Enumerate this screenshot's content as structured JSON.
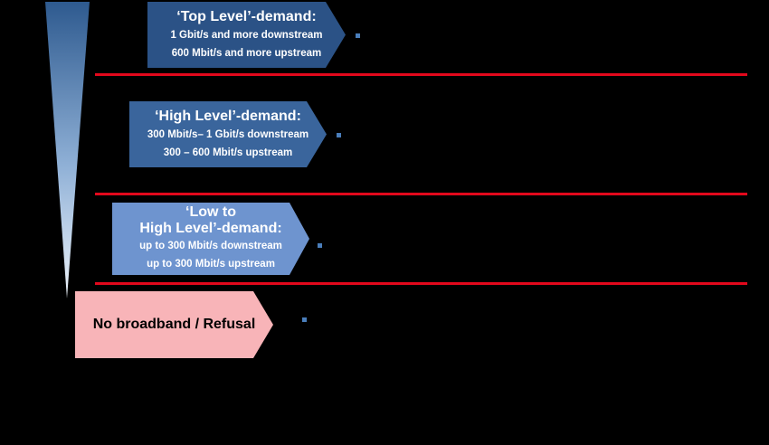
{
  "colors": {
    "background": "#000000",
    "separator": "#e2081c",
    "top_box": "#2b5286",
    "high_box": "#3a659c",
    "low_box": "#6e94cf",
    "refusal_box": "#f8b4b8",
    "bullet": "#4a7ebb"
  },
  "levels": [
    {
      "title": "‘Top Level’-demand:",
      "downstream": "1 Gbit/s and more downstream",
      "upstream": "600 Mbit/s and more upstream"
    },
    {
      "title": "‘High Level’-demand:",
      "downstream": "300  Mbit/s– 1 Gbit/s downstream",
      "upstream": "300 – 600 Mbit/s upstream"
    },
    {
      "title_line1": "‘Low to",
      "title_line2": "High Level’-demand:",
      "downstream": "up to 300 Mbit/s downstream",
      "upstream": "up to 300 Mbit/s upstream"
    },
    {
      "title": "No broadband / Refusal"
    }
  ]
}
